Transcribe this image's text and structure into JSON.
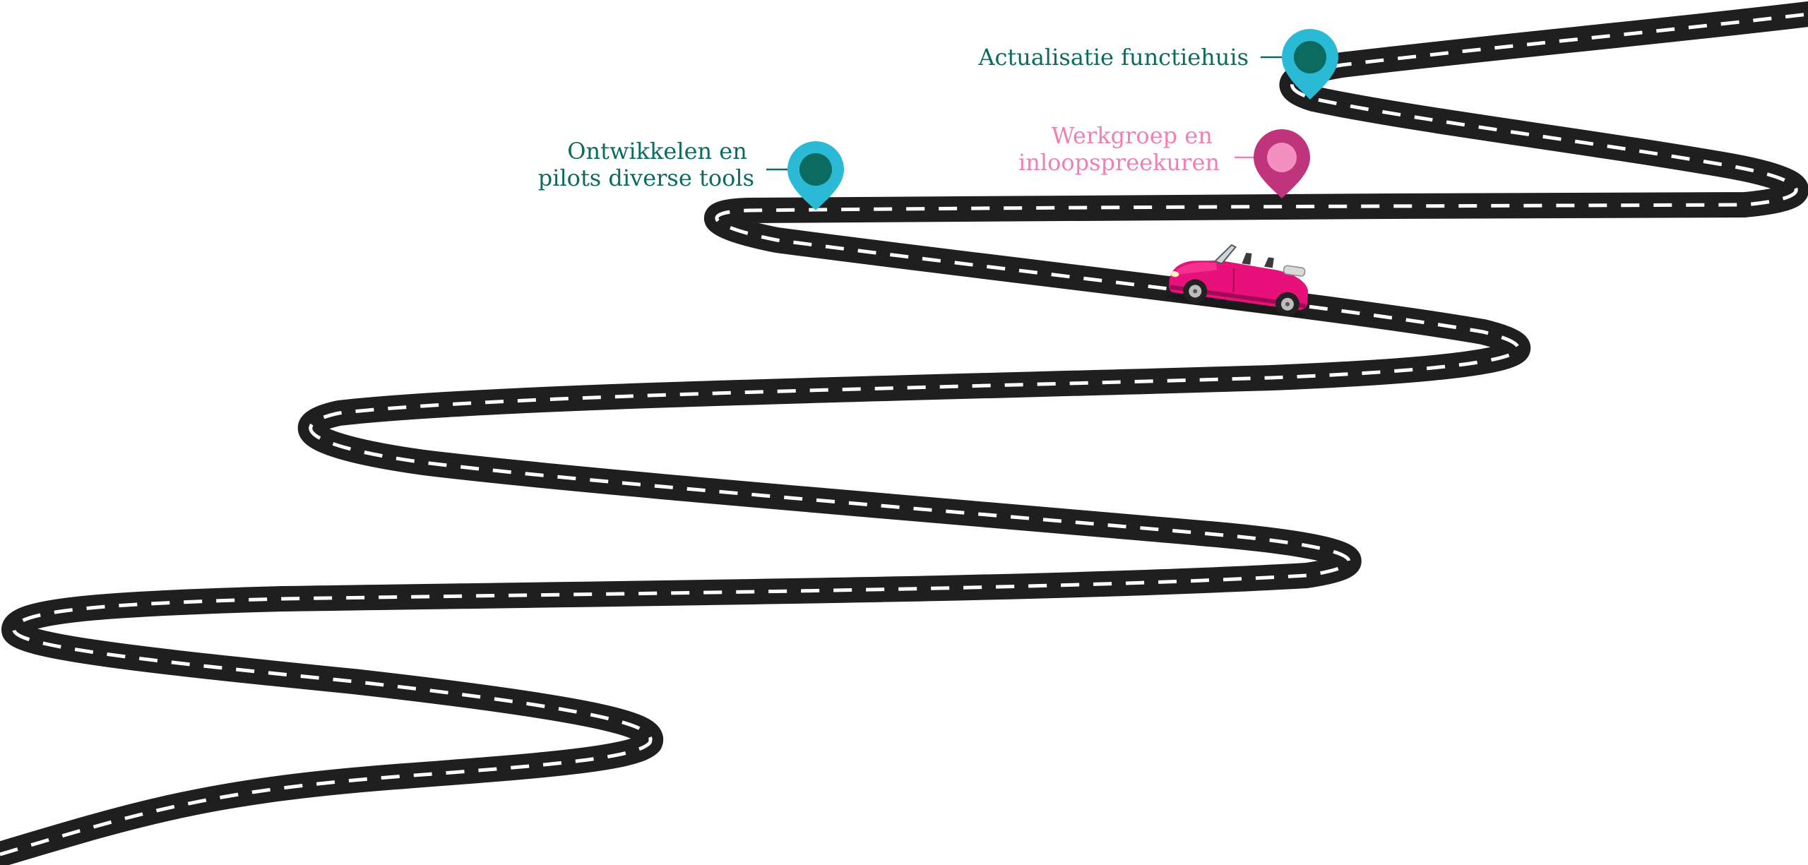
{
  "colors": {
    "background": "#ffffff",
    "road": "#1f1f1f",
    "road_stripe": "#ffffff",
    "teal_text": "#0a6b5e",
    "pink_text": "#ef7fb4",
    "pin_cyan": "#2bbad6",
    "pin_dark_teal": "#0a6b5e",
    "pin_magenta": "#c0347e",
    "pin_light_pink": "#f490bf",
    "car_body": "#e8107a"
  },
  "milestones": [
    {
      "id": "actualisatie",
      "lines": [
        "Actualisatie functiehuis"
      ],
      "pin": "cyan-pin-icon",
      "status": "done"
    },
    {
      "id": "ontwikkelen",
      "lines": [
        "Ontwikkelen en",
        "pilots diverse tools"
      ],
      "pin": "cyan-pin-icon",
      "status": "done"
    },
    {
      "id": "werkgroep",
      "lines": [
        "Werkgroep en",
        "inloopspreekuren"
      ],
      "pin": "pink-pin-icon",
      "status": "current"
    }
  ],
  "icons": {
    "car": "convertible-car-icon",
    "pin": "map-pin-icon"
  }
}
